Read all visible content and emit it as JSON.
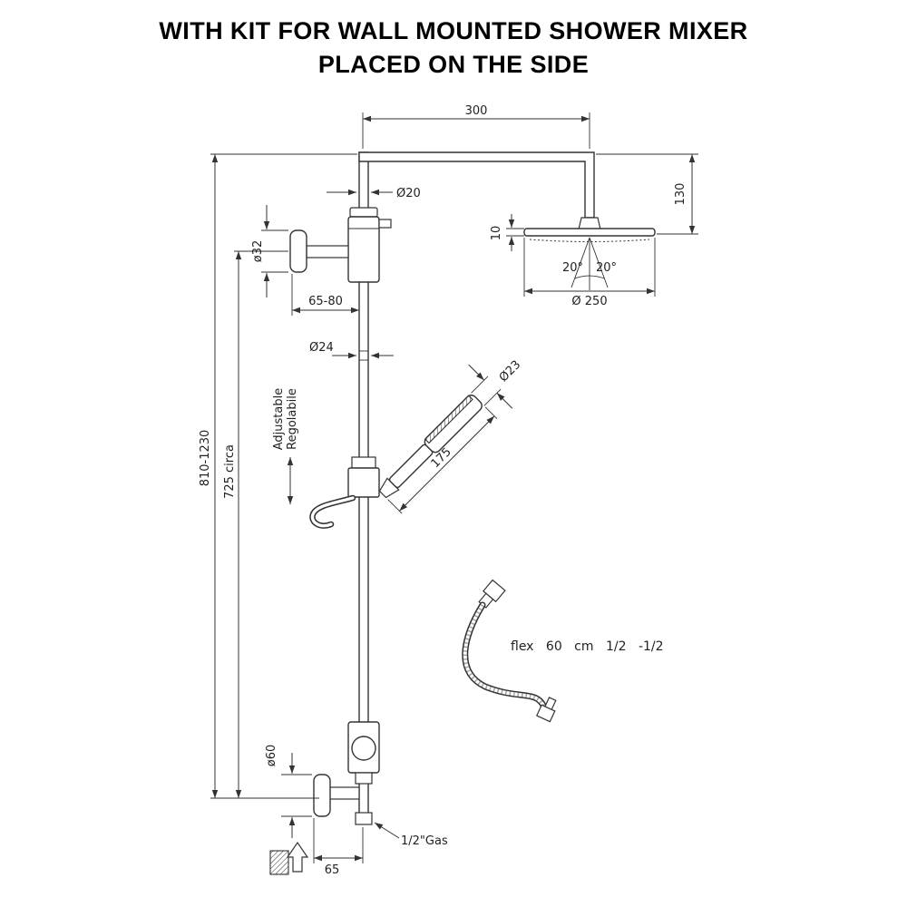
{
  "title": {
    "line1": "WITH KIT FOR WALL MOUNTED SHOWER MIXER",
    "line2": "PLACED ON THE SIDE"
  },
  "labels": {
    "arm_length": "300",
    "arm_pipe_diameter": "Ø20",
    "head_drop": "130",
    "head_thickness": "10",
    "spray_angle_left": "20°",
    "spray_angle_right": "20°",
    "head_diameter": "Ø 250",
    "wall_union_diameter": "ø32",
    "wall_distance": "65-80",
    "riser_diameter": "Ø24",
    "adjustable_en": "Adjustable",
    "adjustable_it": "Regolabile",
    "overall_height": "810-1230",
    "column_height": "725 circa",
    "handshower_length": "175",
    "handshower_diameter": "Ø23",
    "flex_hose": "flex 60 cm 1/2 -1/2",
    "lower_union_diameter": "ø60",
    "gas_thread": "1/2\"Gas",
    "lower_offset": "65"
  }
}
